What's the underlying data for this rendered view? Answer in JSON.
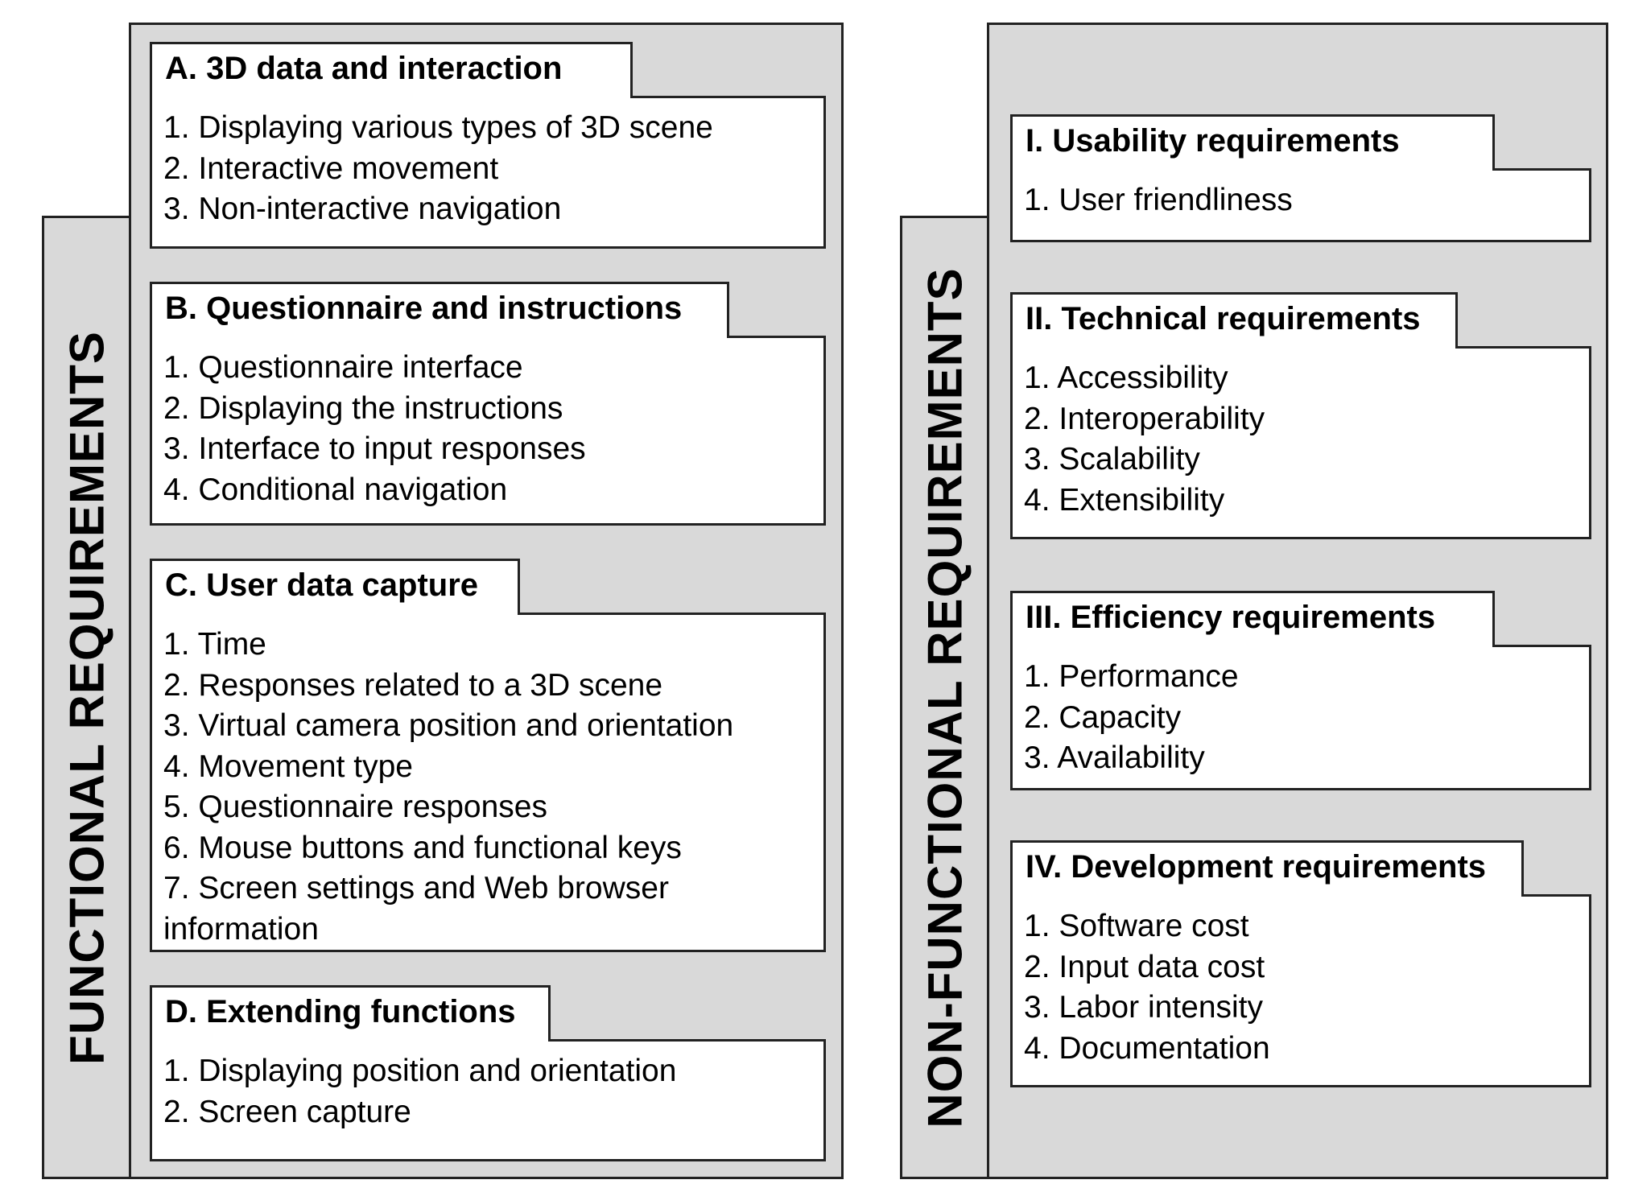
{
  "functional": {
    "label": "FUNCTIONAL REQUIREMENTS",
    "groups": [
      {
        "title": "A. 3D data and interaction",
        "items": [
          "1. Displaying various types of 3D scene",
          "2. Interactive movement",
          "3. Non-interactive navigation"
        ]
      },
      {
        "title": "B. Questionnaire and instructions",
        "items": [
          "1. Questionnaire interface",
          "2. Displaying the instructions",
          "3. Interface to input responses",
          "4. Conditional navigation"
        ]
      },
      {
        "title": "C. User data capture",
        "items": [
          "1. Time",
          "2. Responses related to a 3D scene",
          "3. Virtual camera position and orientation",
          "4. Movement type",
          "5. Questionnaire responses",
          "6. Mouse buttons and functional keys",
          "7. Screen settings and Web browser",
          "information"
        ]
      },
      {
        "title": "D. Extending functions",
        "items": [
          "1. Displaying position and orientation",
          "2. Screen capture"
        ]
      }
    ]
  },
  "non_functional": {
    "label": "NON-FUNCTIONAL REQUIREMENTS",
    "groups": [
      {
        "title": "I. Usability requirements",
        "items": [
          "1. User friendliness"
        ]
      },
      {
        "title": "II. Technical requirements",
        "items": [
          "1. Accessibility",
          "2. Interoperability",
          "3. Scalability",
          "4. Extensibility"
        ]
      },
      {
        "title": "III. Efficiency requirements",
        "items": [
          "1. Performance",
          "2. Capacity",
          "3. Availability"
        ]
      },
      {
        "title": "IV. Development requirements",
        "items": [
          "1. Software cost",
          "2. Input data cost",
          "3. Labor intensity",
          "4. Documentation"
        ]
      }
    ]
  }
}
